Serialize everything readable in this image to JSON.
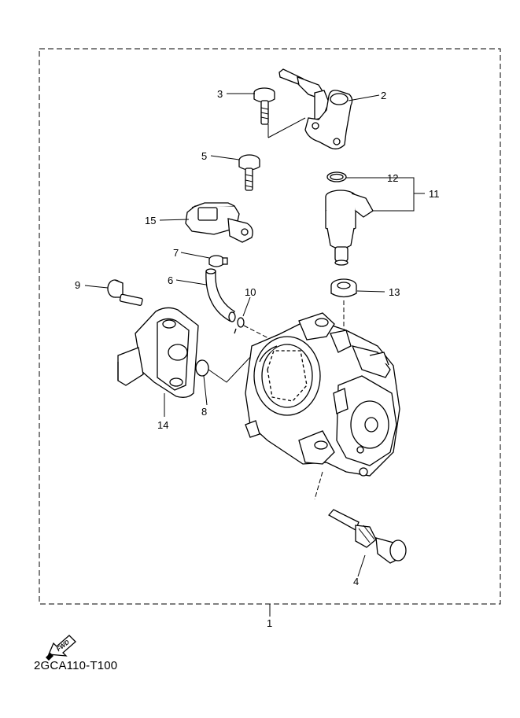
{
  "labels": {
    "l1": "1",
    "l2": "2",
    "l3": "3",
    "l4": "4",
    "l5": "5",
    "l6": "6",
    "l7": "7",
    "l8": "8",
    "l9": "9",
    "l10": "10",
    "l11": "11",
    "l12": "12",
    "l13": "13",
    "l14": "14",
    "l15": "15"
  },
  "fwd_mark": "FWD",
  "drawing_code": "2GCA110-T100"
}
